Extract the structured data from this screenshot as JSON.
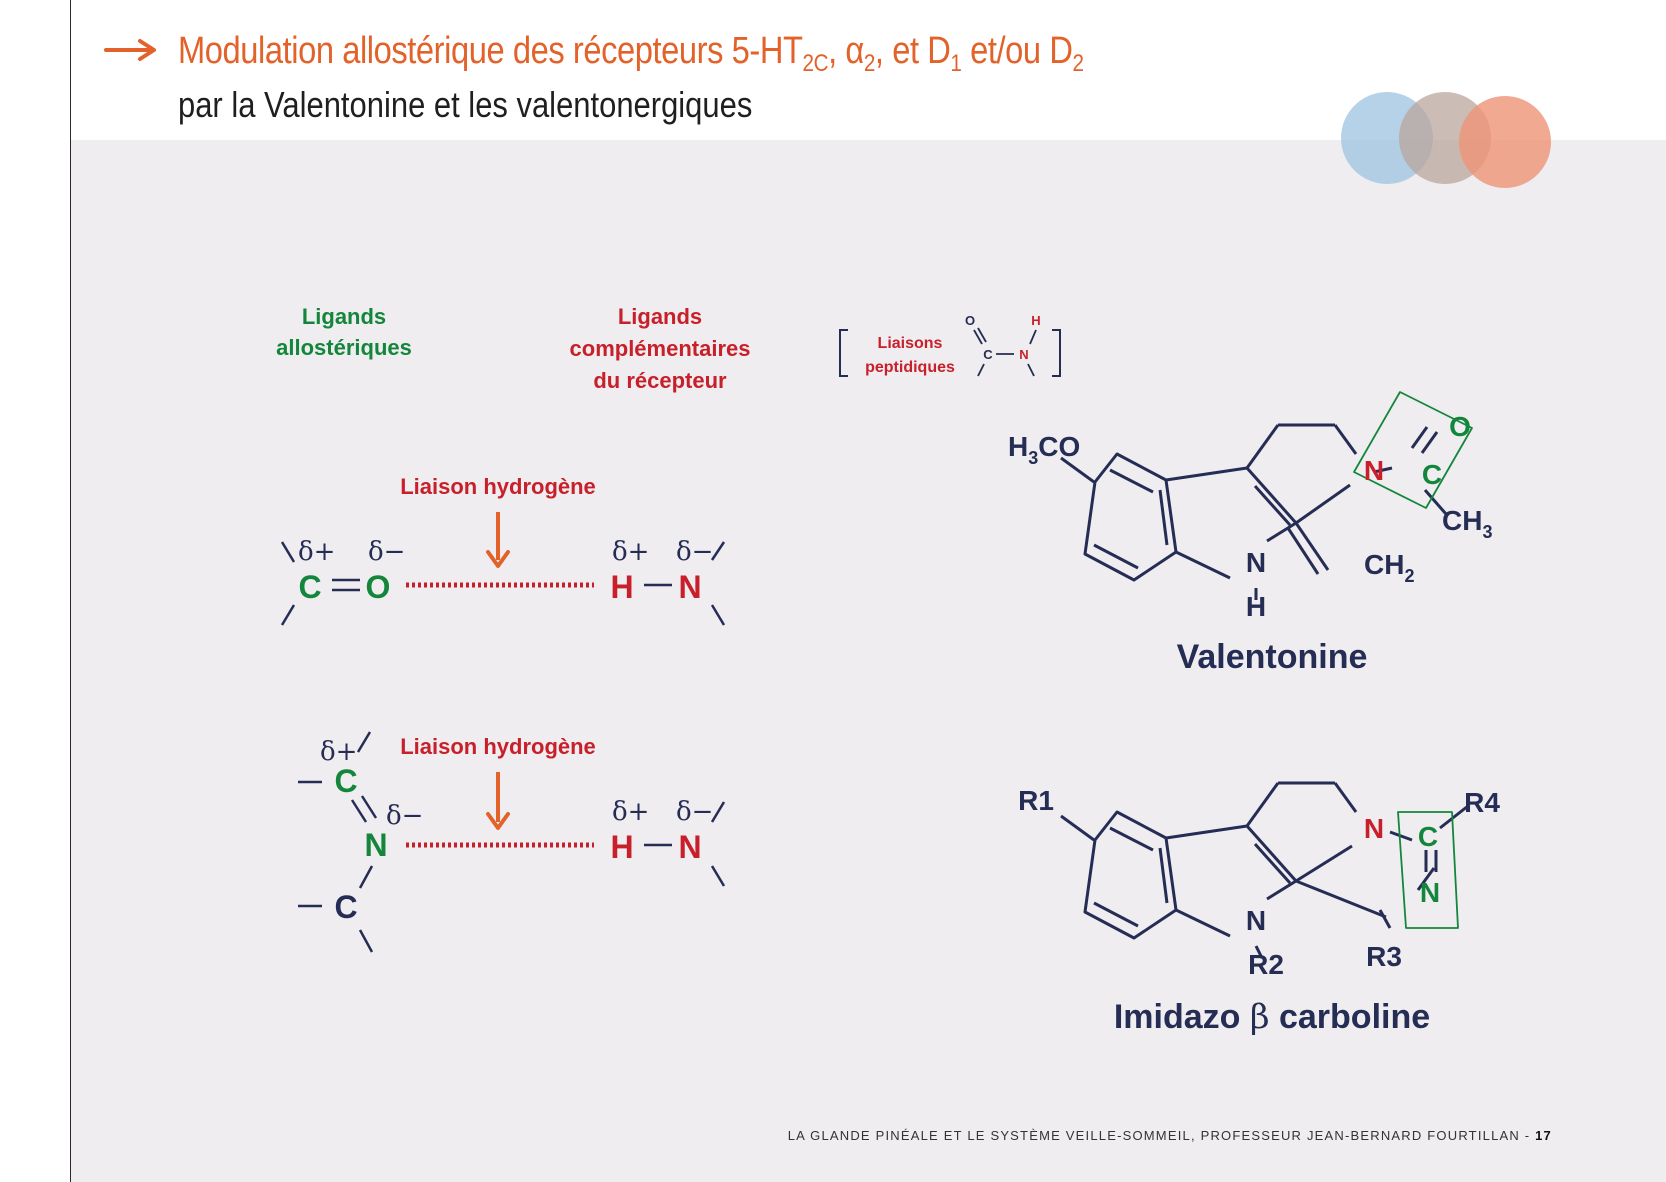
{
  "header": {
    "title_line1": {
      "part1": "Modulation allostérique des récepteurs 5-HT",
      "sub1": "2C",
      "part2": ", α",
      "sub2": "2",
      "part3": ", et D",
      "sub3": "1",
      "part4": " et/ou D",
      "sub4": "2"
    },
    "title_line2": "par la Valentonine et les valentonergiques"
  },
  "labels": {
    "ligands_allo_1": "Ligands",
    "ligands_allo_2": "allostériques",
    "ligands_comp_1": "Ligands",
    "ligands_comp_2": "complémentaires",
    "ligands_comp_3": "du récepteur",
    "liaisons_1": "Liaisons",
    "liaisons_2": "peptidiques",
    "peptide_O": "O",
    "peptide_C": "C",
    "peptide_N": "N",
    "peptide_H": "H"
  },
  "hbond1": {
    "label": "Liaison hydrogène",
    "delta_plus": "δ+",
    "delta_minus": "δ−",
    "c": "C",
    "o": "O",
    "h": "H",
    "n": "N"
  },
  "hbond2": {
    "label": "Liaison hydrogène",
    "delta_plus": "δ+",
    "delta_minus": "δ−",
    "c_top": "C",
    "n": "N",
    "c_bottom": "C",
    "h": "H",
    "n2": "N"
  },
  "valentonine": {
    "name": "Valentonine",
    "h3co_main": "H",
    "h3co_sub": "3",
    "h3co_rest": "CO",
    "n_ring": "N",
    "n_indole": "N",
    "h_indole": "H",
    "ch2_main": "CH",
    "ch2_sub": "2",
    "ch3_main": "CH",
    "ch3_sub": "3",
    "o": "O",
    "c": "C"
  },
  "imidazo": {
    "name_part1": "Imidazo ",
    "name_beta": "β",
    "name_part2": " carboline",
    "r1": "R1",
    "r2": "R2",
    "r3": "R3",
    "r4": "R4",
    "n_ring": "N",
    "n_indole": "N",
    "c": "C",
    "n_imid": "N"
  },
  "footer": {
    "text": "LA GLANDE PINÉALE ET LE SYSTÈME VEILLE-SOMMEIL, PROFESSEUR JEAN-BERNARD FOURTILLAN - ",
    "page": "17"
  },
  "colors": {
    "orange": "#e2622a",
    "green": "#14863c",
    "red": "#c8202a",
    "navy": "#262d55",
    "panel": "#efedf0",
    "circle_blue": "#9ec3e1",
    "circle_taupe": "#b9a69c",
    "circle_salmon": "#ee9477"
  }
}
